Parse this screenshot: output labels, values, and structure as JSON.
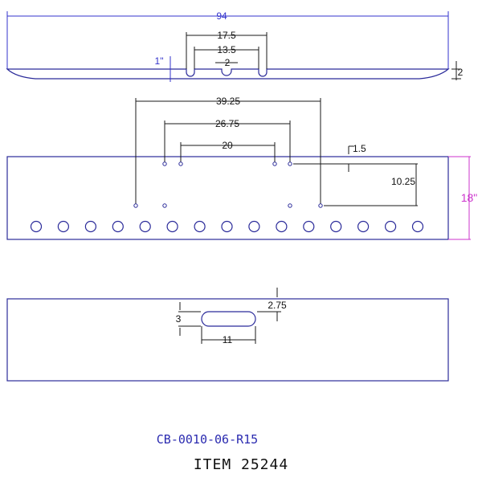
{
  "top_view": {
    "overall_length": "94",
    "slot_outer": "17.5",
    "slot_inner": "13.5",
    "center_gap": "2",
    "edge_label": "1\"",
    "thickness": "2"
  },
  "front_view": {
    "dim_outer": "39.25",
    "dim_mid": "26.75",
    "dim_inner": "20",
    "hole_offset": "1.5",
    "height_to_hole": "10.25",
    "panel_height": "18\"",
    "hole_count": 15
  },
  "bottom_view": {
    "slot_offset": "2.75",
    "slot_height": "3",
    "slot_length": "11"
  },
  "part_number": "CB-0010-06-R15",
  "item_number": "ITEM 25244",
  "colors": {
    "outline": "#2b2b9a",
    "dimension": "#1a1a1a",
    "dimension_blue": "#3333cc",
    "panel_height": "#cc33cc"
  }
}
